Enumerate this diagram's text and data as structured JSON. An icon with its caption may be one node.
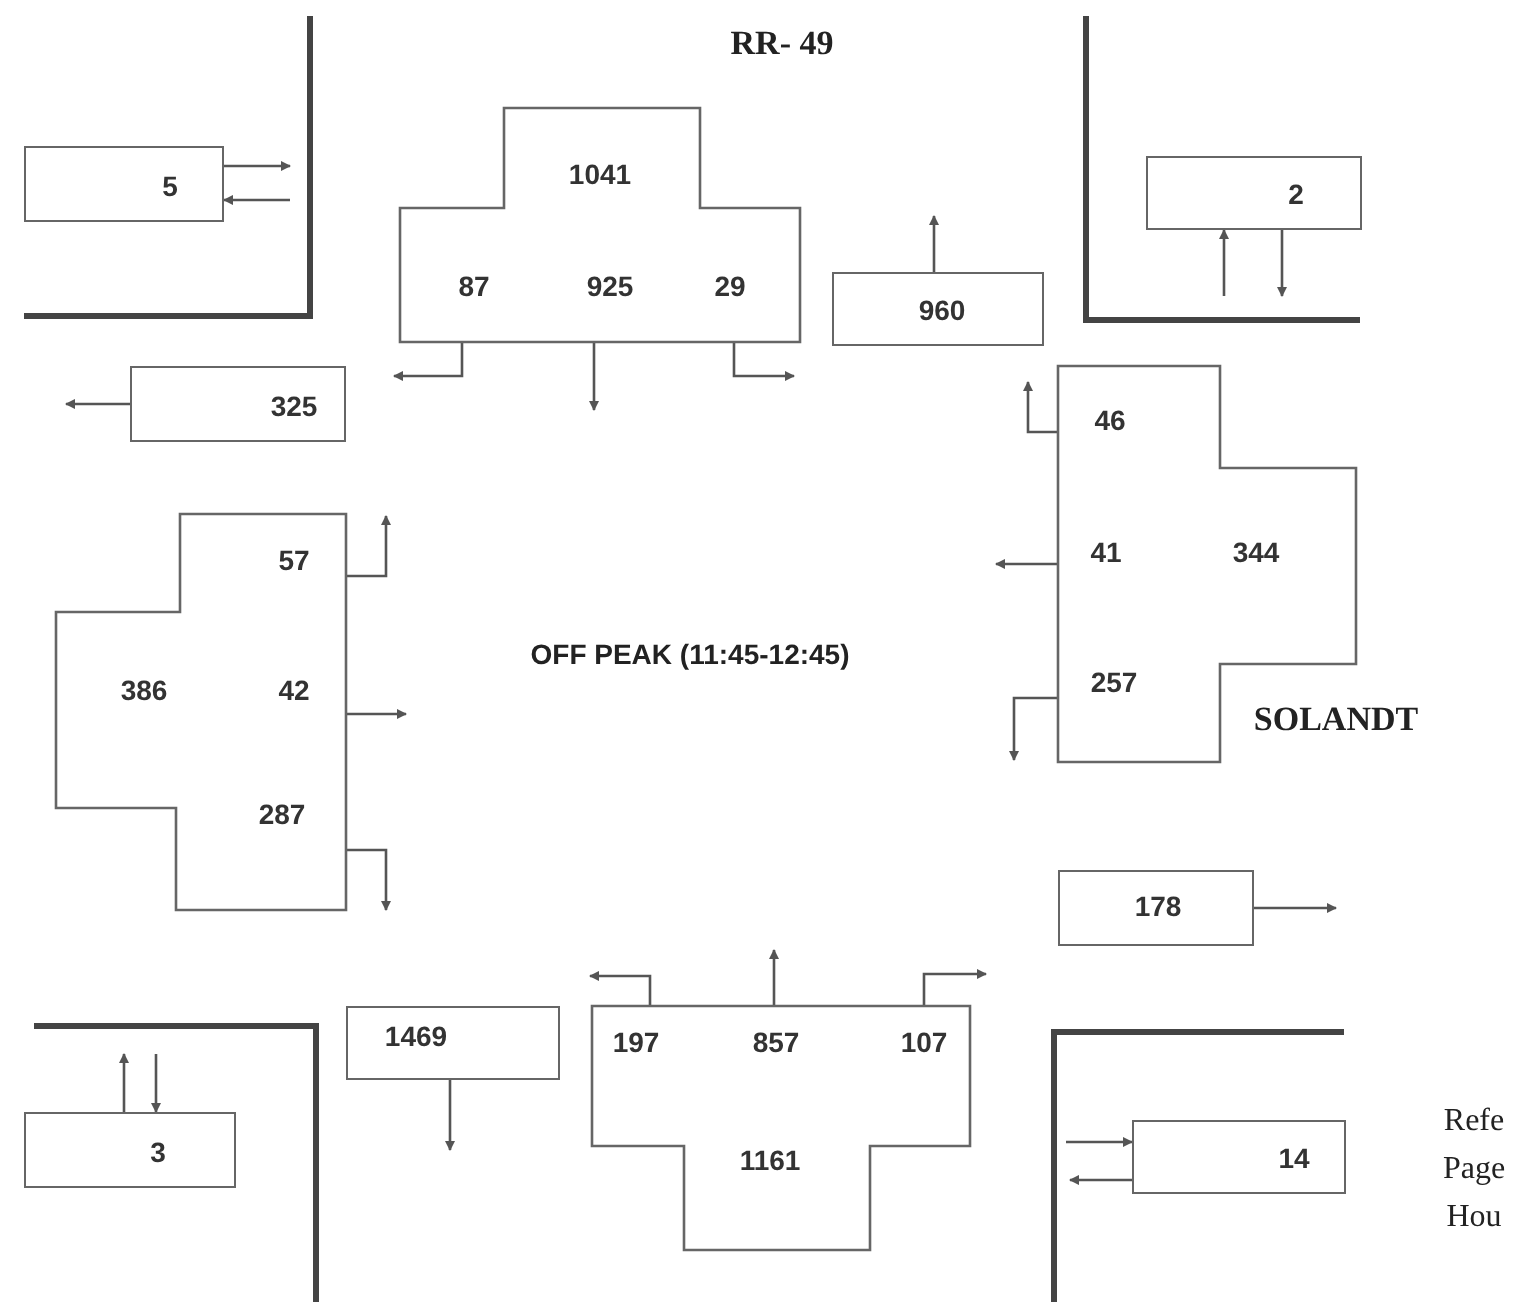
{
  "diagram": {
    "nodes": [
      {
        "text": [
          "1041",
          "87",
          "925",
          "29"
        ]
      },
      {
        "text": [
          "5"
        ]
      },
      {
        "text": [
          "325"
        ]
      },
      {
        "text": [
          "960"
        ]
      },
      {
        "text": [
          "2"
        ]
      },
      {
        "text": [
          "46",
          "41",
          "344",
          "257"
        ]
      },
      {
        "text": [
          "57",
          "386",
          "42",
          "287"
        ]
      },
      {
        "text": [
          "178"
        ]
      },
      {
        "text": [
          "14"
        ]
      },
      {
        "text": [
          "1469"
        ]
      },
      {
        "text": [
          "197",
          "857",
          "107",
          "1161"
        ]
      },
      {
        "text": [
          "3"
        ]
      }
    ],
    "edges": [
      {
        "from": 0,
        "to": null,
        "arrow": "to"
      },
      {
        "from": 0,
        "to": null,
        "arrow": "to"
      },
      {
        "from": 0,
        "to": null,
        "arrow": "to"
      },
      {
        "from": 1,
        "to": null,
        "arrow": "to"
      },
      {
        "from": null,
        "to": 1,
        "arrow": "to"
      },
      {
        "from": 2,
        "to": null,
        "arrow": "to"
      },
      {
        "from": 3,
        "to": null,
        "arrow": "to"
      },
      {
        "from": null,
        "to": 4,
        "arrow": "to"
      },
      {
        "from": 4,
        "to": null,
        "arrow": "to"
      },
      {
        "from": 5,
        "to": null,
        "arrow": "to"
      },
      {
        "from": 5,
        "to": null,
        "arrow": "to"
      },
      {
        "from": 5,
        "to": null,
        "arrow": "to"
      },
      {
        "from": 6,
        "to": null,
        "arrow": "to"
      },
      {
        "from": 6,
        "to": null,
        "arrow": "to"
      },
      {
        "from": 6,
        "to": null,
        "arrow": "to"
      },
      {
        "from": 7,
        "to": null,
        "arrow": "to"
      },
      {
        "from": null,
        "to": 8,
        "arrow": "to"
      },
      {
        "from": 8,
        "to": null,
        "arrow": "to"
      },
      {
        "from": 9,
        "to": null,
        "arrow": "to"
      },
      {
        "from": 10,
        "to": null,
        "arrow": "to"
      },
      {
        "from": 10,
        "to": null,
        "arrow": "to"
      },
      {
        "from": 10,
        "to": null,
        "arrow": "to"
      },
      {
        "from": 11,
        "to": null,
        "arrow": "to"
      },
      {
        "from": null,
        "to": 11,
        "arrow": "to"
      }
    ],
    "labels": [
      "RR- 49",
      "OFF PEAK (11:45-12:45)",
      "SOLANDT",
      "Refe",
      "Page",
      "Hou"
    ]
  }
}
